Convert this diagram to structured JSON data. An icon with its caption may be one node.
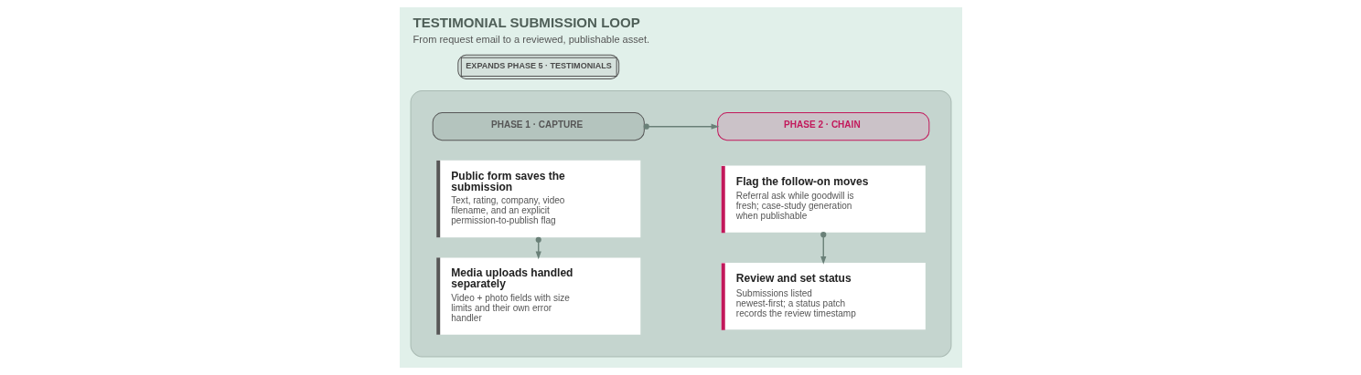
{
  "diagram": {
    "title": "TESTIMONIAL SUBMISSION LOOP",
    "caption": "From request email to a reviewed, publishable asset.",
    "nodes": [
      {
        "text": [],
        "shape": "box"
      },
      {
        "text": [
          "PHASE 1 · CAPTURE"
        ],
        "in": 0
      },
      {
        "text": [
          "PHASE 2 · CHAIN"
        ],
        "in": 0
      },
      {
        "text": [
          "Public form saves the submission",
          "Text, rating, company, video filename, and an explicit permission-to-publish flag"
        ],
        "in": 0
      },
      {
        "text": [
          "Media uploads handled separately",
          "Video + photo fields with size limits and their own error handler"
        ],
        "in": 0
      },
      {
        "text": [
          "Flag the follow-on moves",
          "Referral ask while goodwill is fresh; case-study generation when publishable"
        ],
        "in": 0
      },
      {
        "text": [
          "Review and set status",
          "Submissions listed newest-first; a status patch records the review timestamp"
        ],
        "in": 0
      }
    ],
    "edges": [
      {
        "from": 1,
        "to": 2,
        "arrow": "to"
      },
      {
        "from": 3,
        "to": 4,
        "arrow": "to"
      },
      {
        "from": 5,
        "to": 6,
        "arrow": "to"
      }
    ],
    "labels": [
      "EXPANDS PHASE 5 · TESTIMONIALS"
    ]
  }
}
